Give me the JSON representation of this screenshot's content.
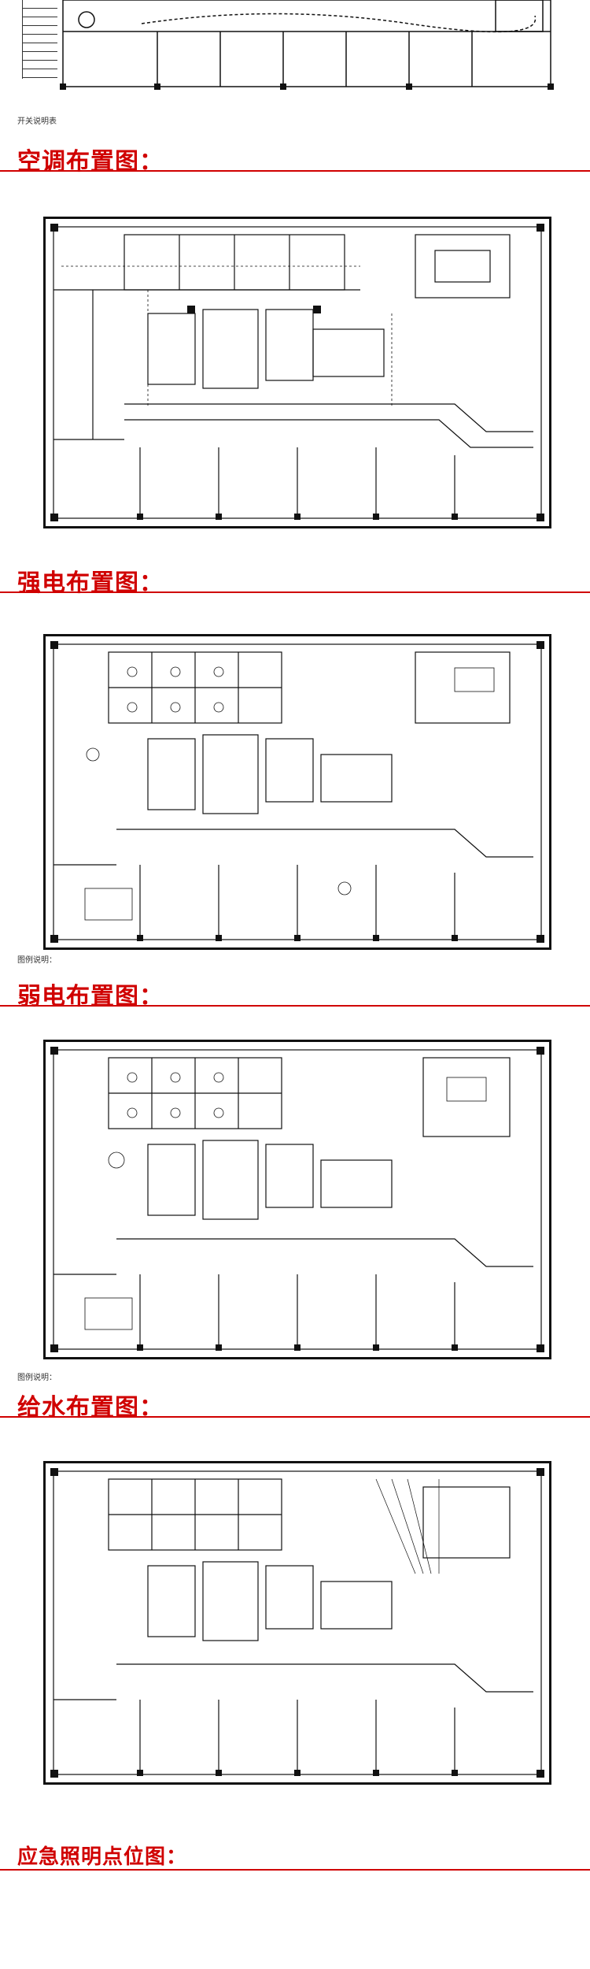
{
  "sections": [
    {
      "title": "空调布置图："
    },
    {
      "title": "强电布置图："
    },
    {
      "title": "弱电布置图："
    },
    {
      "title": "给水布置图："
    },
    {
      "title": "应急照明点位图："
    }
  ],
  "notes": {
    "legend_caption": "开关说明表",
    "plan2_caption": "图例说明：",
    "plan3_caption": "图例说明："
  }
}
